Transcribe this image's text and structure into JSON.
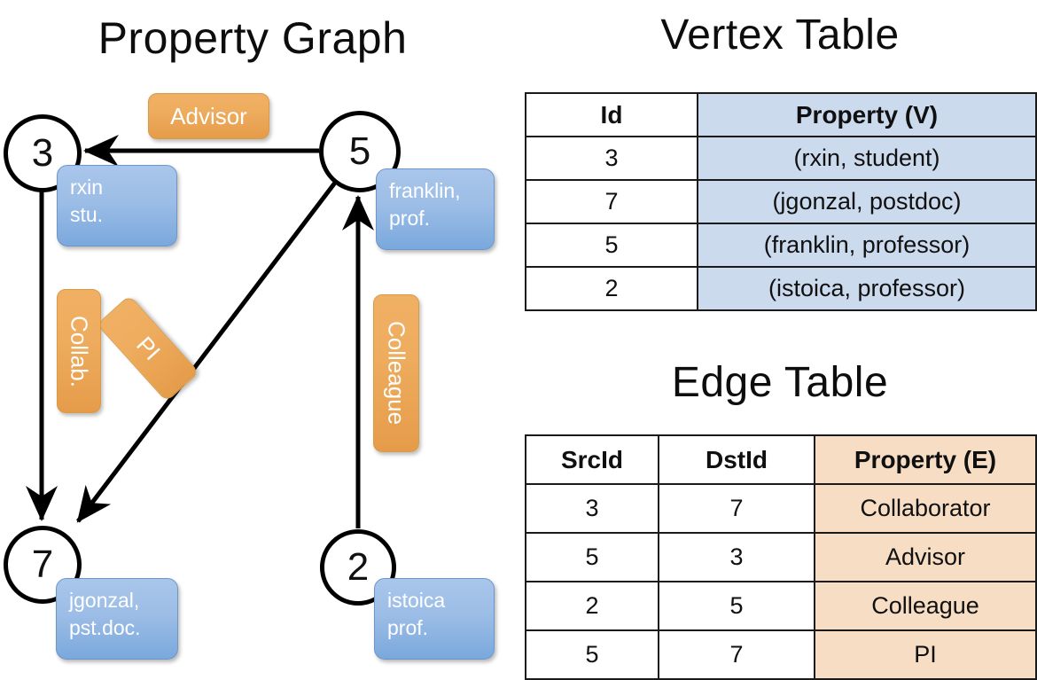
{
  "titles": {
    "property_graph": "Property Graph",
    "vertex_table": "Vertex Table",
    "edge_table": "Edge Table"
  },
  "graph": {
    "vertices": [
      {
        "id": "3",
        "name": "rxin",
        "role": "stu."
      },
      {
        "id": "5",
        "name": "franklin,",
        "role": "prof."
      },
      {
        "id": "7",
        "name": "jgonzal,",
        "role": "pst.doc."
      },
      {
        "id": "2",
        "name": "istoica",
        "role": "prof."
      }
    ],
    "edge_labels": [
      {
        "text": "Advisor"
      },
      {
        "text": "Collab."
      },
      {
        "text": "PI"
      },
      {
        "text": "Colleague"
      }
    ]
  },
  "vertex_table": {
    "columns": [
      "Id",
      "Property (V)"
    ],
    "rows": [
      {
        "id": "3",
        "property": "(rxin, student)"
      },
      {
        "id": "7",
        "property": "(jgonzal, postdoc)"
      },
      {
        "id": "5",
        "property": "(franklin, professor)"
      },
      {
        "id": "2",
        "property": "(istoica, professor)"
      }
    ]
  },
  "edge_table": {
    "columns": [
      "SrcId",
      "DstId",
      "Property (E)"
    ],
    "rows": [
      {
        "src": "3",
        "dst": "7",
        "property": "Collaborator"
      },
      {
        "src": "5",
        "dst": "3",
        "property": "Advisor"
      },
      {
        "src": "2",
        "dst": "5",
        "property": "Colleague"
      },
      {
        "src": "5",
        "dst": "7",
        "property": "PI"
      }
    ]
  },
  "colors": {
    "vertex_property_fill": "#ccdaee",
    "edge_property_fill": "#f6ddc4",
    "node_box_blue": "#7aa8dd",
    "edge_label_orange": "#eeac5e",
    "stroke": "#000000"
  }
}
